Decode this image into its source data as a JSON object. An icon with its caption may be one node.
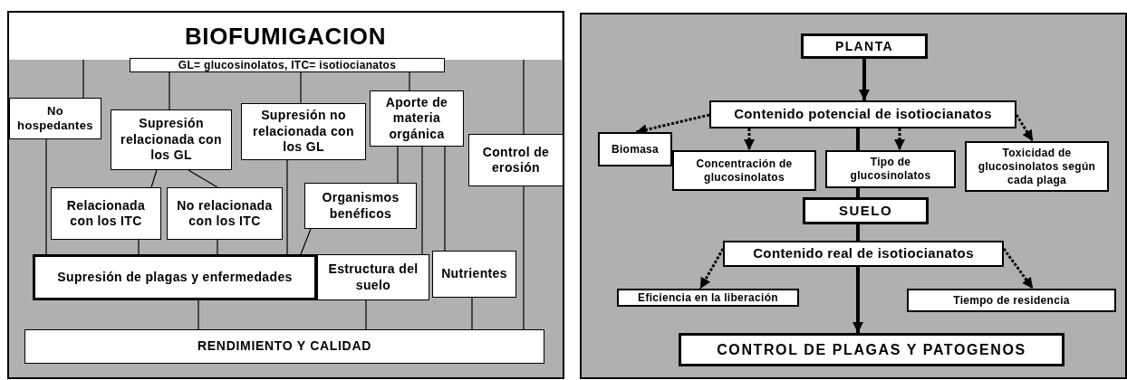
{
  "diagram": {
    "nodes": [
      {
        "text": [
          "BIOFUMIGACION"
        ]
      },
      {
        "text": [
          "GL= glucosinolatos, ITC= isotiocianatos"
        ]
      },
      {
        "text": [
          "No hospedantes"
        ]
      },
      {
        "text": [
          "Supresión relacionada con los GL"
        ]
      },
      {
        "text": [
          "Supresión no relacionada con los GL"
        ]
      },
      {
        "text": [
          "Aporte de materia orgánica"
        ]
      },
      {
        "text": [
          "Control de erosión"
        ]
      },
      {
        "text": [
          "Relacionada con los ITC"
        ]
      },
      {
        "text": [
          "No relacionada con los ITC"
        ]
      },
      {
        "text": [
          "Organismos benéficos"
        ]
      },
      {
        "text": [
          "Supresión de plagas y enfermedades"
        ]
      },
      {
        "text": [
          "Estructura del suelo"
        ]
      },
      {
        "text": [
          "Nutrientes"
        ]
      },
      {
        "text": [
          "RENDIMIENTO Y CALIDAD"
        ]
      },
      {
        "text": [
          "PLANTA"
        ]
      },
      {
        "text": [
          "Contenido potencial de isotiocianatos"
        ]
      },
      {
        "text": [
          "Biomasa"
        ]
      },
      {
        "text": [
          "Concentración de glucosinolatos"
        ]
      },
      {
        "text": [
          "Tipo de glucosinolatos"
        ]
      },
      {
        "text": [
          "Toxicidad de glucosinolatos según cada plaga"
        ]
      },
      {
        "text": [
          "SUELO"
        ]
      },
      {
        "text": [
          "Contenido real de isotiocianatos"
        ]
      },
      {
        "text": [
          "Eficiencia en la liberación"
        ]
      },
      {
        "text": [
          "Tiempo de residencia"
        ]
      },
      {
        "text": [
          "CONTROL DE PLAGAS Y PATOGENOS"
        ]
      }
    ],
    "edges": [
      {
        "from": 0,
        "to": 2,
        "arrow": "none"
      },
      {
        "from": 1,
        "to": 3,
        "arrow": "none"
      },
      {
        "from": 1,
        "to": 4,
        "arrow": "none"
      },
      {
        "from": 1,
        "to": 5,
        "arrow": "none"
      },
      {
        "from": 0,
        "to": 6,
        "arrow": "none"
      },
      {
        "from": 2,
        "to": 10,
        "arrow": "none"
      },
      {
        "from": 3,
        "to": 7,
        "arrow": "none"
      },
      {
        "from": 3,
        "to": 8,
        "arrow": "none"
      },
      {
        "from": 7,
        "to": 10,
        "arrow": "none"
      },
      {
        "from": 8,
        "to": 10,
        "arrow": "none"
      },
      {
        "from": 4,
        "to": 10,
        "arrow": "none"
      },
      {
        "from": 9,
        "to": 10,
        "arrow": "none"
      },
      {
        "from": 5,
        "to": 9,
        "arrow": "none"
      },
      {
        "from": 5,
        "to": 11,
        "arrow": "none"
      },
      {
        "from": 5,
        "to": 12,
        "arrow": "none"
      },
      {
        "from": 10,
        "to": 13,
        "arrow": "none"
      },
      {
        "from": 11,
        "to": 13,
        "arrow": "none"
      },
      {
        "from": 12,
        "to": 13,
        "arrow": "none"
      },
      {
        "from": 6,
        "to": 13,
        "arrow": "none"
      },
      {
        "from": 14,
        "to": 15,
        "arrow": "to",
        "style": "thick"
      },
      {
        "from": 15,
        "to": 16,
        "arrow": "to",
        "style": "dashed"
      },
      {
        "from": 15,
        "to": 17,
        "arrow": "to",
        "style": "dashed"
      },
      {
        "from": 15,
        "to": 18,
        "arrow": "to",
        "style": "dashed"
      },
      {
        "from": 15,
        "to": 19,
        "arrow": "to",
        "style": "dashed"
      },
      {
        "from": 15,
        "to": 18,
        "arrow": "none",
        "style": "thick"
      },
      {
        "from": 18,
        "to": 20,
        "arrow": "none",
        "style": "thick"
      },
      {
        "from": 20,
        "to": 21,
        "arrow": "none",
        "style": "thick"
      },
      {
        "from": 21,
        "to": 22,
        "arrow": "to",
        "style": "dashed"
      },
      {
        "from": 21,
        "to": 23,
        "arrow": "to",
        "style": "dashed"
      },
      {
        "from": 21,
        "to": 24,
        "arrow": "to",
        "style": "thick"
      }
    ]
  }
}
